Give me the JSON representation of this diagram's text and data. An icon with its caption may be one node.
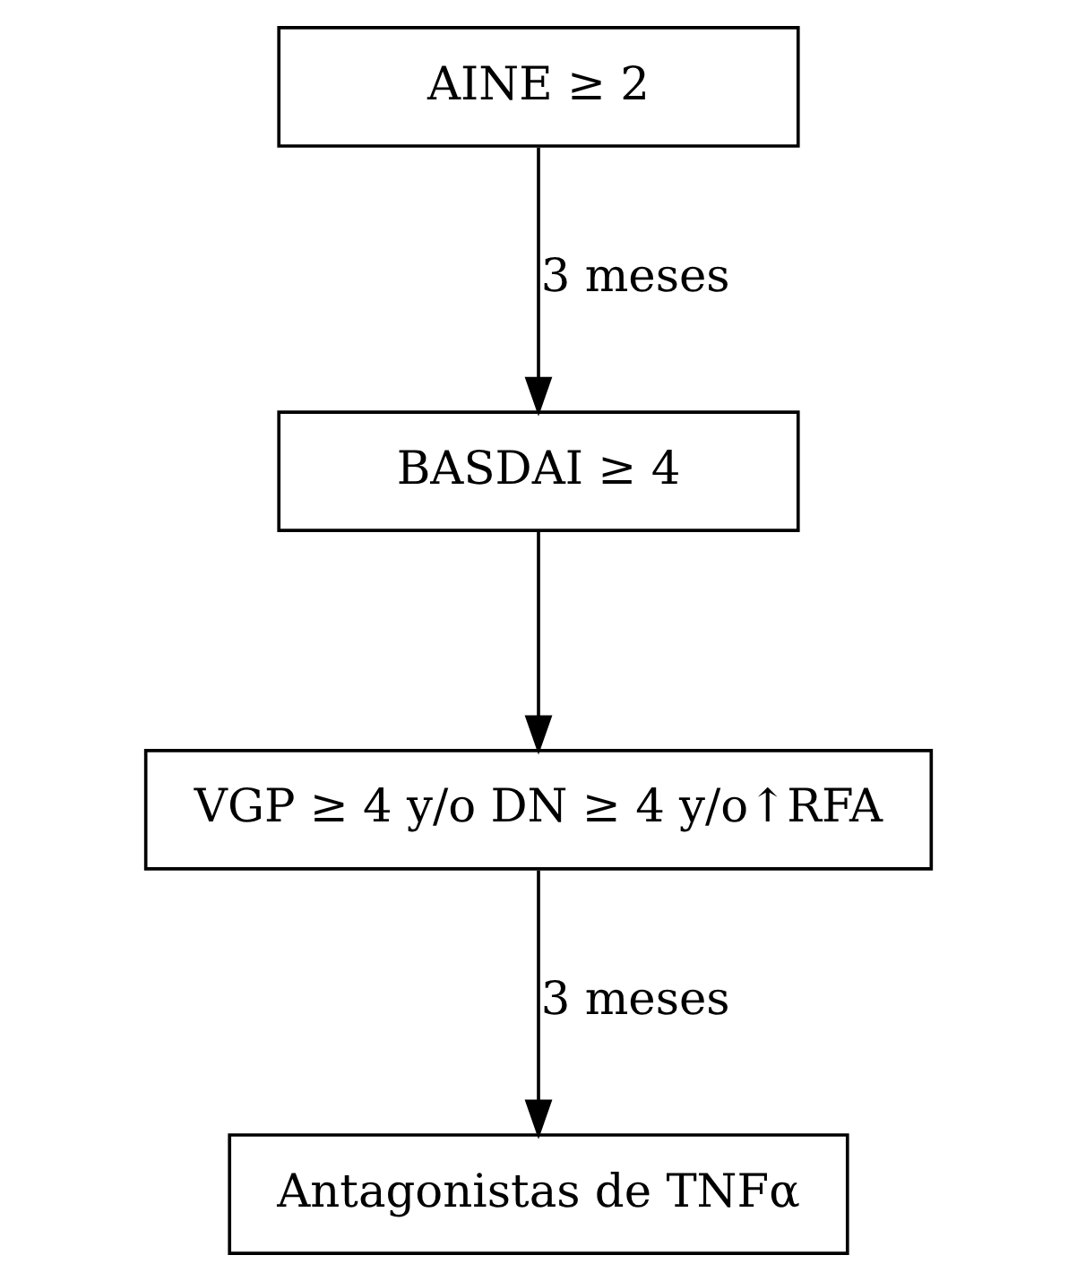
{
  "diagram": {
    "nodes": [
      {
        "text": [
          "AINE ≥ 2"
        ]
      },
      {
        "text": [
          "BASDAI ≥ 4"
        ]
      },
      {
        "text": [
          "VGP ≥ 4 y/o DN ≥ 4 y/o↑RFA"
        ]
      },
      {
        "text": [
          "Antagonistas de TNFα"
        ]
      }
    ],
    "edges": [
      {
        "from": 0,
        "to": 1,
        "arrow": "to",
        "label": "3 meses"
      },
      {
        "from": 1,
        "to": 2,
        "arrow": "to"
      },
      {
        "from": 2,
        "to": 3,
        "arrow": "to",
        "label": "3 meses"
      }
    ]
  }
}
